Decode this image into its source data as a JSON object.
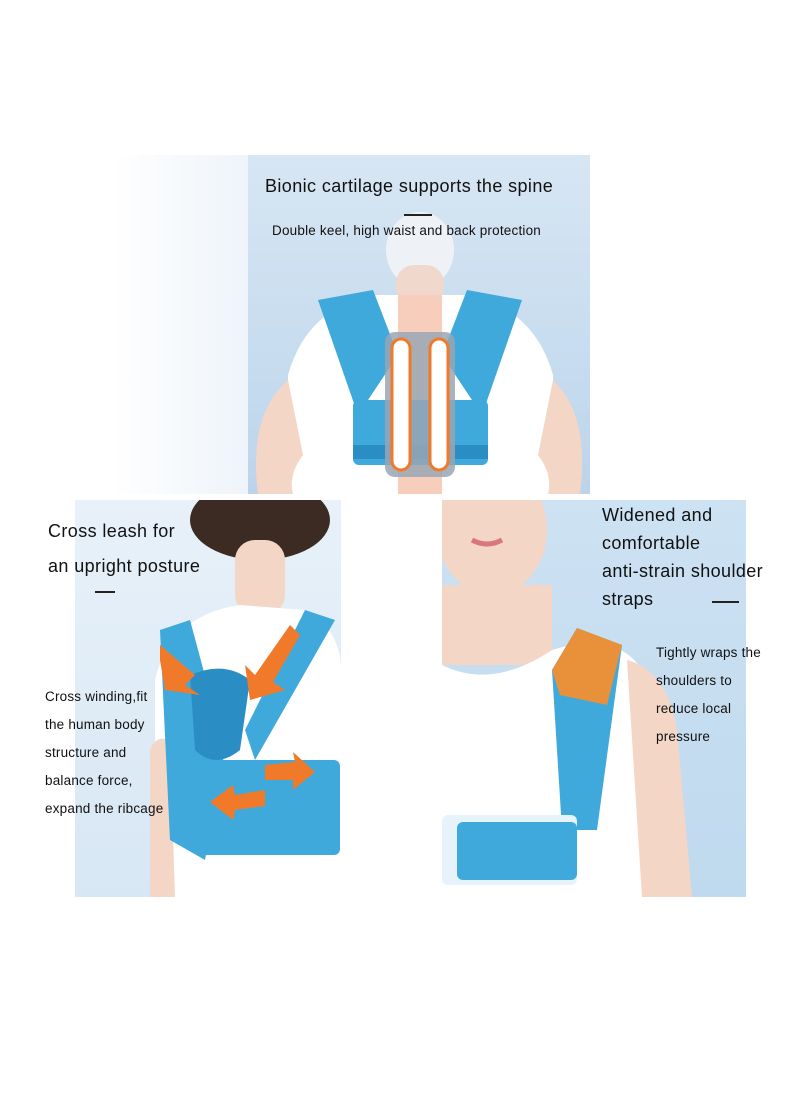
{
  "top_panel": {
    "title": "Bionic cartilage supports the spine",
    "subtitle": "Double keel, high waist and back protection"
  },
  "left_panel": {
    "title_line1": "Cross leash for",
    "title_line2": "an upright posture",
    "description_lines": [
      "Cross winding,fit",
      "the human body",
      "structure and",
      "balance force,",
      "expand the ribcage"
    ]
  },
  "right_panel": {
    "title_lines": [
      "Widened and",
      "comfortable",
      "anti-strain shoulder",
      "straps"
    ],
    "description_lines": [
      "Tightly wraps the",
      "shoulders to",
      "reduce local",
      "pressure"
    ]
  },
  "colors": {
    "brace_blue": "#3fa9dc",
    "brace_dark_blue": "#2a8ec4",
    "arrow_orange": "#f07a2a",
    "strap_orange": "#e8913a",
    "shirt_white": "#ffffff",
    "skin": "#f3d6c6"
  }
}
